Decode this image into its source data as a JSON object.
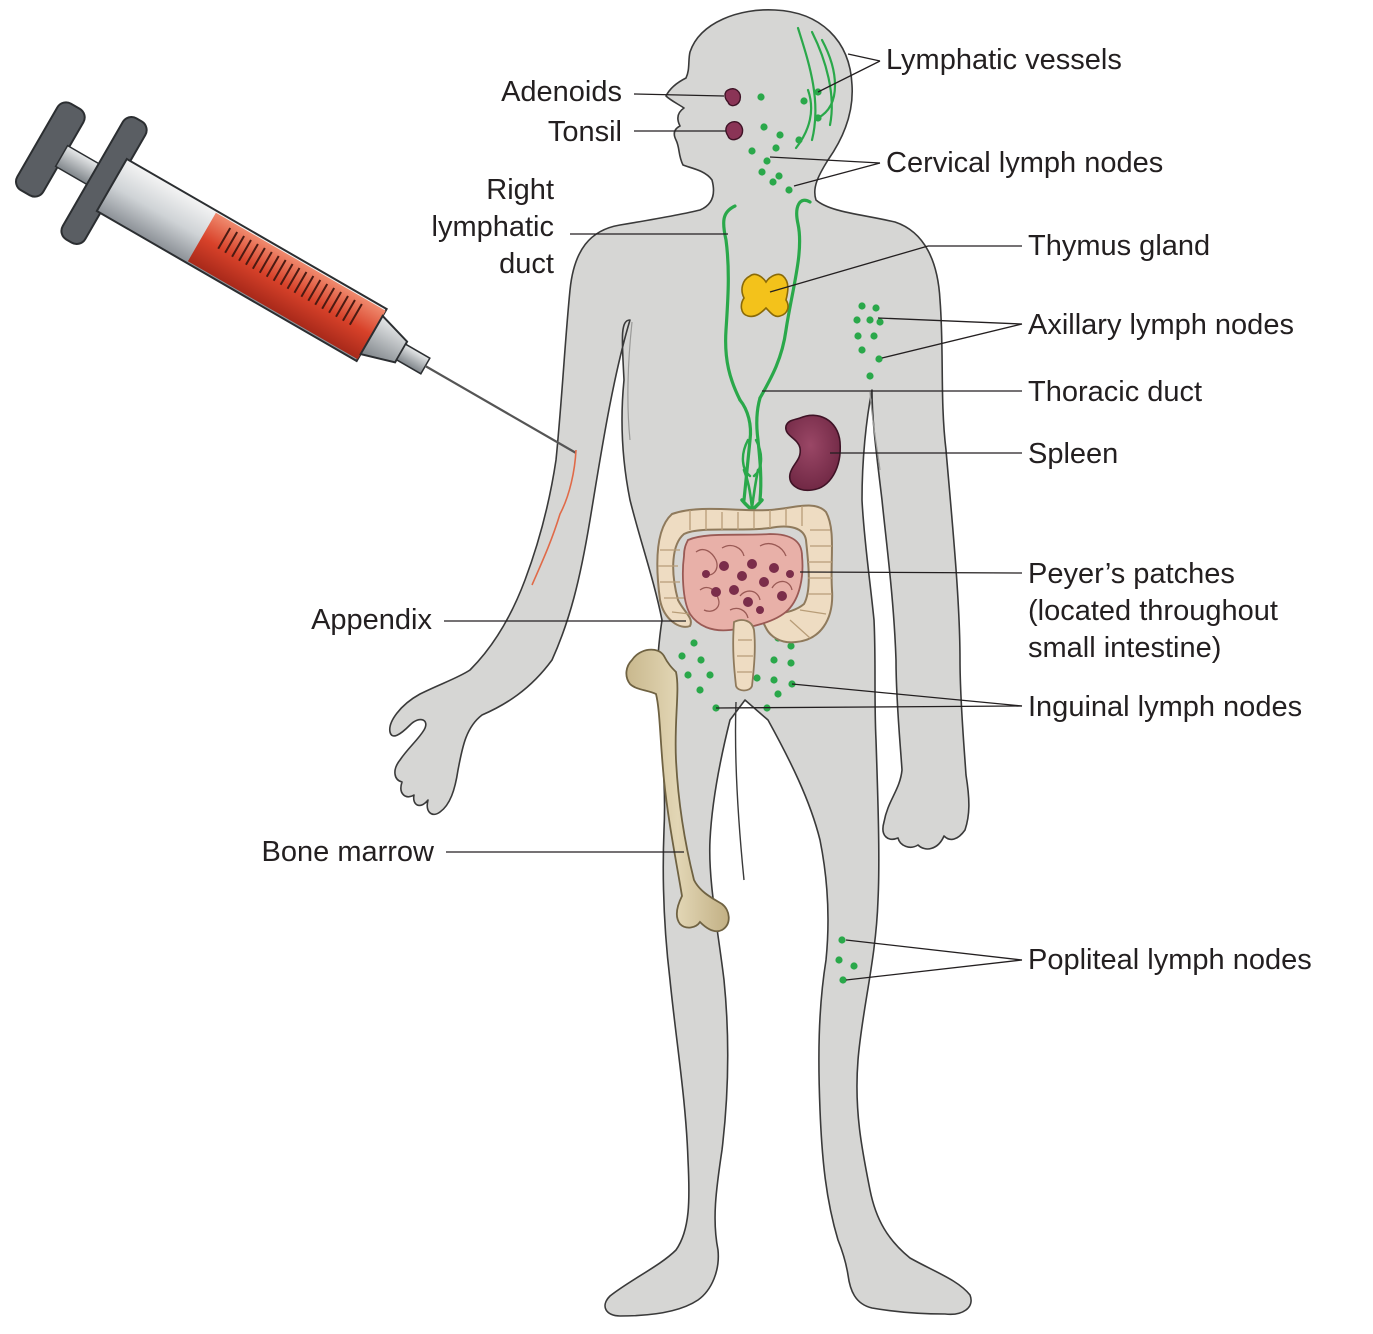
{
  "colors": {
    "body_fill": "#d6d6d4",
    "body_outline": "#3a3a3a",
    "lymph_green": "#2aa84a",
    "organ_purple": "#7b2d4a",
    "thymus_yellow": "#f3c21b",
    "intestine_pink": "#e8b0a8",
    "colon_beige": "#eedcc2",
    "bone_tan": "#d7c9a4",
    "syringe_red": "#d8422a",
    "syringe_plunger": "#5a5e63",
    "leader_line": "#231f20"
  },
  "icons": [
    "syringe-icon",
    "human-body-icon",
    "femur-bone-icon",
    "spleen-icon",
    "thymus-icon",
    "intestine-icon"
  ],
  "labels": {
    "lymphatic_vessels": "Lymphatic vessels",
    "adenoids": "Adenoids",
    "tonsil": "Tonsil",
    "cervical_lymph_nodes": "Cervical lymph nodes",
    "right_lymphatic_duct": [
      "Right",
      "lymphatic",
      "duct"
    ],
    "thymus_gland": "Thymus gland",
    "axillary_lymph_nodes": "Axillary lymph nodes",
    "thoracic_duct": "Thoracic duct",
    "spleen": "Spleen",
    "peyers_patches": [
      "Peyer’s patches",
      "(located throughout",
      "small intestine)"
    ],
    "appendix": "Appendix",
    "inguinal_lymph_nodes": "Inguinal lymph nodes",
    "bone_marrow": "Bone marrow",
    "popliteal_lymph_nodes": "Popliteal lymph nodes"
  }
}
